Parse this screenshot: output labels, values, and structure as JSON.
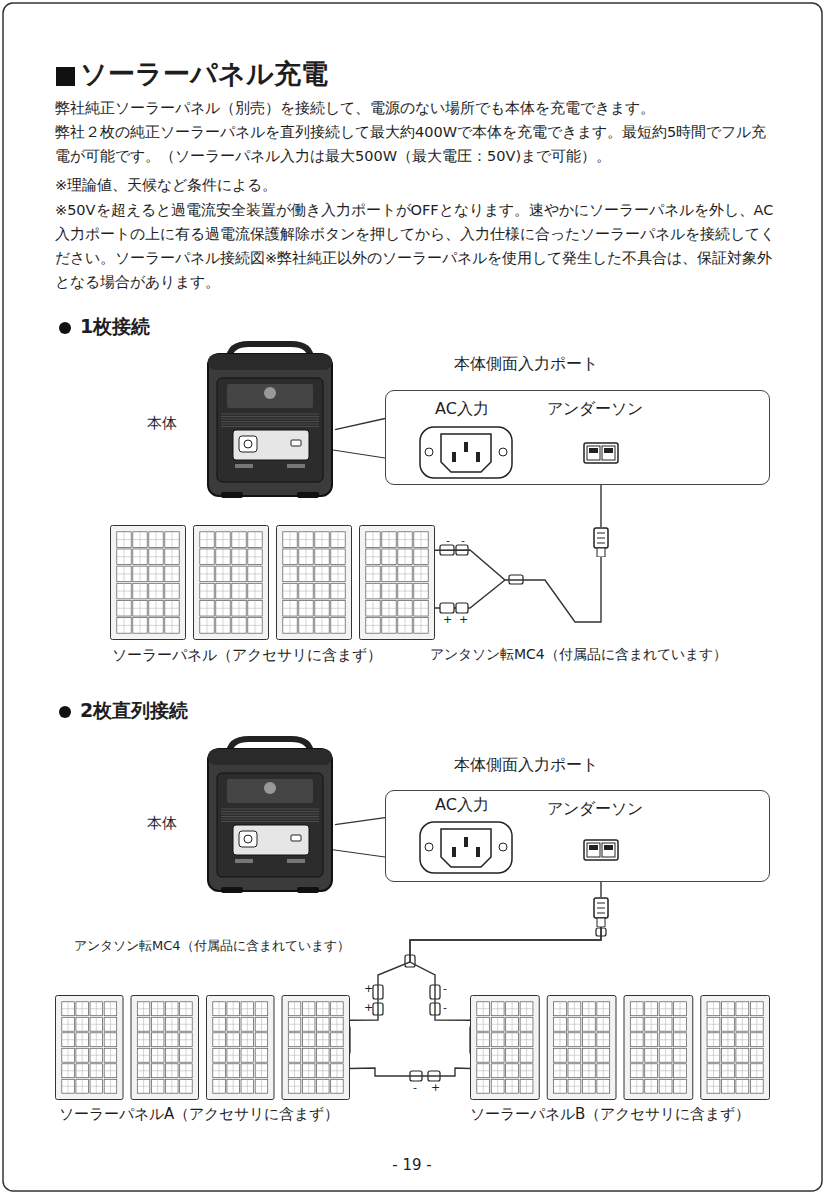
{
  "diagram": {
    "title": "ソーラーパネル充電",
    "nodes": [
      {
        "text": [
          "本体"
        ]
      },
      {
        "text": [
          "本体側面入力ポート"
        ]
      },
      {
        "text": [
          "AC入力"
        ],
        "in": 1
      },
      {
        "text": [
          "アンダーソン"
        ],
        "in": 1
      },
      {
        "text": [
          "ソーラーパネル（アクセサリに含まず）"
        ]
      },
      {
        "text": [
          "アンタソン転MC4（付属品に含まれています）"
        ]
      },
      {
        "text": [
          "本体"
        ]
      },
      {
        "text": [
          "本体側面入力ポート"
        ]
      },
      {
        "text": [
          "AC入力"
        ],
        "in": 7
      },
      {
        "text": [
          "アンダーソン"
        ],
        "in": 7
      },
      {
        "text": [
          "アンタソン転MC4（付属品に含まれています）"
        ]
      },
      {
        "text": [
          "ソーラーパネルA（アクセサリに含まず）"
        ]
      },
      {
        "text": [
          "ソーラーパネルB（アクセサリに含まず）"
        ]
      }
    ],
    "edges": [
      {
        "from": 0,
        "to": 1,
        "arrow": "none"
      },
      {
        "from": 4,
        "to": 5,
        "arrow": "none"
      },
      {
        "from": 5,
        "to": 3,
        "arrow": "to"
      },
      {
        "from": 6,
        "to": 7,
        "arrow": "none"
      },
      {
        "from": 11,
        "to": 10,
        "arrow": "none"
      },
      {
        "from": 12,
        "to": 10,
        "arrow": "none"
      },
      {
        "from": 11,
        "to": 12,
        "arrow": "none"
      },
      {
        "from": 10,
        "to": 9,
        "arrow": "to"
      }
    ],
    "labels": [
      "弊社純正ソーラーパネル（別売）を接続して、電源のない場所でも本体を充電できます。",
      "弊社２枚の純正ソーラーパネルを直列接続して最大約400Wで本体を充電できます。最短約5時間でフル充電が可能です。（ソーラーパネル入力は最大500W（最大電圧：50V)まで可能）。",
      "※理論値、天候など条件による。",
      "※50Vを超えると過電流安全装置が働き入力ポートがOFFとなります。速やかにソーラーパネルを外し、AC入力ポートの上に有る過電流保護解除ボタンを押してから、入力仕様に合ったソーラーパネルを接続してください。ソーラーパネル接続図※弊社純正以外のソーラーパネルを使用して発生した不具合は、保証対象外となる場合があります。",
      "1枚接続",
      "-",
      "-",
      "+",
      "+",
      "2枚直列接続",
      "+",
      "+",
      "-",
      "-",
      "-",
      "+",
      "- 19 -"
    ]
  }
}
